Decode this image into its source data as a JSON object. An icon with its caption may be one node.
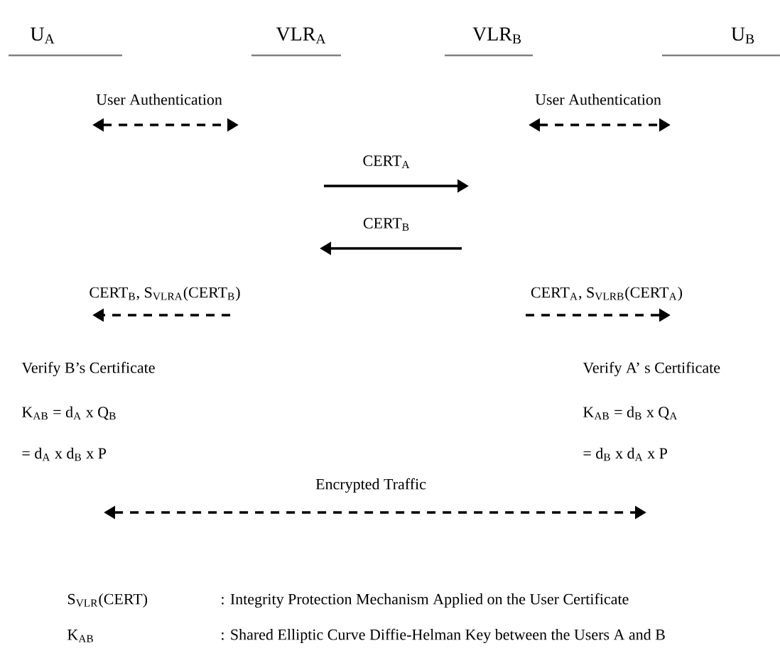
{
  "diagram": {
    "nodes": [
      {
        "text": [
          "U$_{A}$"
        ]
      },
      {
        "text": [
          "VLR$_{A}$"
        ]
      },
      {
        "text": [
          "VLR$_{B}$"
        ]
      },
      {
        "text": [
          "U$_{B}$"
        ]
      }
    ],
    "labels": [
      "User Authentication",
      "User Authentication",
      "CERT$_{A}$",
      "CERT$_{B}$",
      "CERT$_{B}$, S$_{VLRA}$(CERT$_{B}$)",
      "CERT$_{A}$, S$_{VLRB}$(CERT$_{A}$)",
      "Verify B’s Certificate",
      "Verify A’ s Certificate",
      "K$_{AB}$ = d$_{A}$ x Q$_{B}$",
      "K$_{AB}$ = d$_{B}$ x Q$_{A}$",
      "= d$_{A}$ x d$_{B}$ x P",
      "= d$_{B}$ x d$_{A}$ x P",
      "Encrypted Traffic",
      "S$_{VLR}$(CERT)",
      ": Integrity Protection Mechanism Applied on the User Certificate",
      "K$_{AB}$",
      ": Shared Elliptic Curve Diffie-Helman Key between the Users A and B"
    ]
  }
}
